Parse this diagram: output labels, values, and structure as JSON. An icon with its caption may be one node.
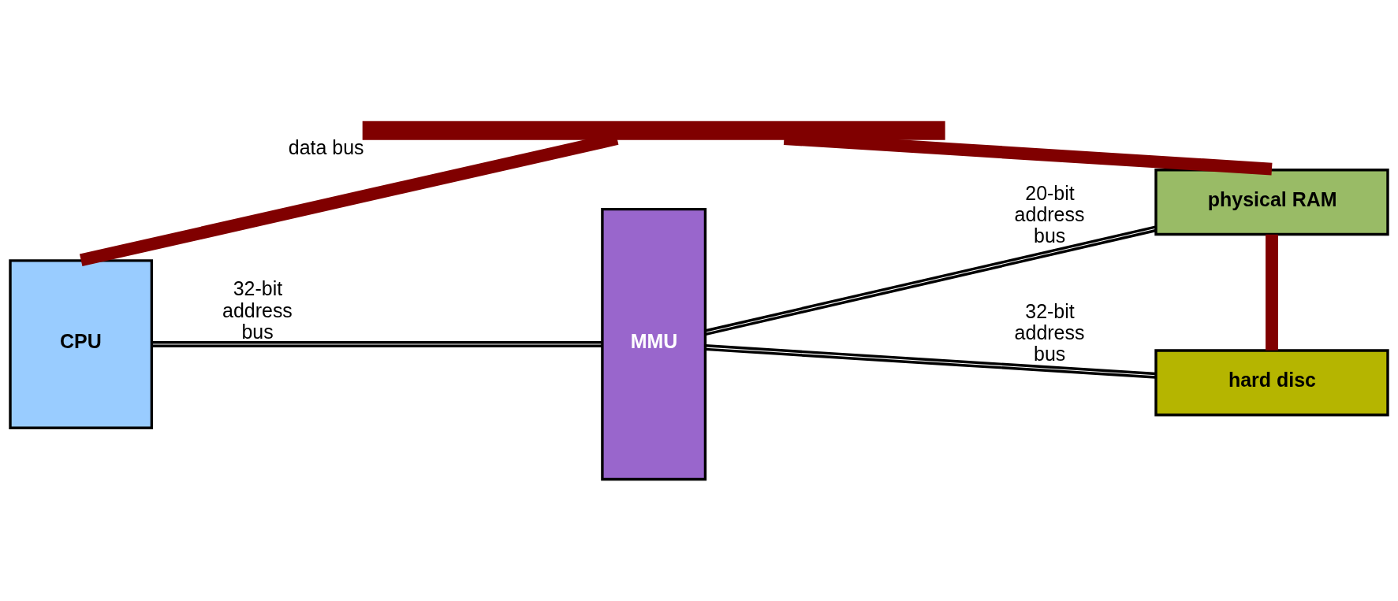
{
  "diagram": {
    "nodes": [
      {
        "text": [],
        "shape": "bar",
        "beside": [
          "data bus"
        ]
      },
      {
        "text": [
          "CPU"
        ]
      },
      {
        "text": [
          "MMU"
        ]
      },
      {
        "text": [
          "physical RAM"
        ]
      },
      {
        "text": [
          "hard disc"
        ]
      }
    ],
    "edges": [
      {
        "from": 0,
        "to": 1,
        "arrow": "none",
        "style": "thick",
        "color": "#800000"
      },
      {
        "from": 0,
        "to": 3,
        "arrow": "none",
        "style": "thick",
        "color": "#800000"
      },
      {
        "from": 3,
        "to": 4,
        "arrow": "none",
        "style": "thick",
        "color": "#800000"
      },
      {
        "from": 1,
        "to": 2,
        "arrow": "none",
        "label": "32-bit address bus",
        "color": "#000000"
      },
      {
        "from": 2,
        "to": 3,
        "arrow": "none",
        "label": "20-bit address bus",
        "color": "#000000"
      },
      {
        "from": 2,
        "to": 4,
        "arrow": "none",
        "label": "32-bit address bus",
        "color": "#000000"
      }
    ]
  }
}
